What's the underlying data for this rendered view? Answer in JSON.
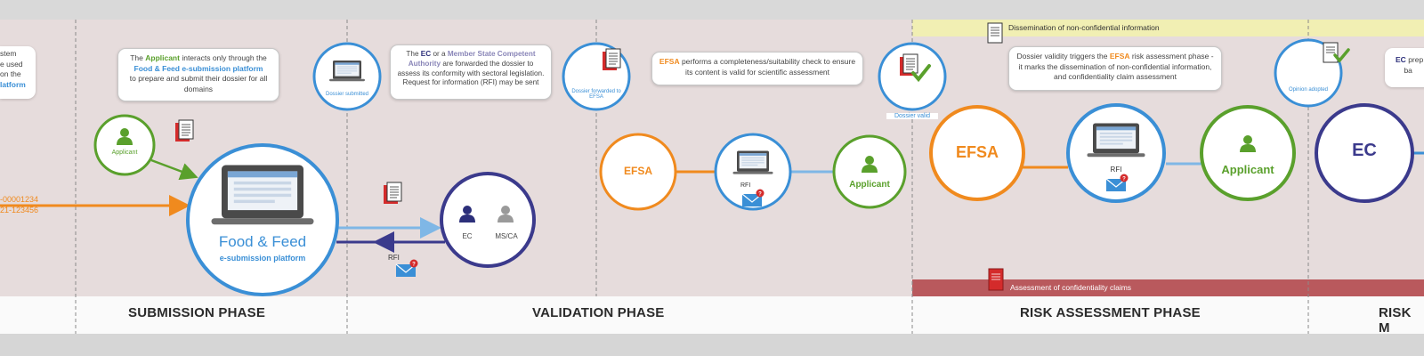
{
  "colors": {
    "orange": "#f08a1e",
    "blue": "#3a8fd6",
    "green": "#5aa02c",
    "navy": "#3b3a8c",
    "grey": "#8c8c8c",
    "red": "#e02828",
    "yellow_band": "#f1efb3",
    "red_band": "#b9595d"
  },
  "left_edge": {
    "lines": [
      "stem",
      "e used",
      "on the",
      "latform"
    ],
    "codes": [
      "-00001234",
      "21-123456"
    ]
  },
  "submission": {
    "callout": {
      "pre": "The ",
      "applicant": "Applicant",
      "mid": " interacts only through the",
      "platform": "Food & Feed e-submission platform",
      "post": "to prepare and submit their dossier for all domains"
    },
    "applicant_label": "Applicant",
    "platform_title": "Food & Feed",
    "platform_subtitle": "e-submission platform"
  },
  "validation": {
    "callout": {
      "pre": "The ",
      "ec": "EC",
      "or": " or a ",
      "msca": "Member State Competent Authority",
      "post": " are forwarded the dossier to assess its conformity with sectoral legislation. Request for information (RFI) may be sent"
    },
    "dossier_submitted": "Dossier submitted",
    "dossier_forwarded": "Dossier forwarded to EFSA",
    "ec_label": "EC",
    "msca_label": "MS/CA",
    "rfi_label": "RFI"
  },
  "efsa_check": {
    "callout": {
      "efsa": "EFSA",
      "post": " performs a completeness/suitability check to ensure its content is valid for scientific assessment"
    },
    "efsa_label": "EFSA",
    "applicant_label": "Applicant",
    "rfi_label": "RFI",
    "dossier_valid": "Dossier valid"
  },
  "risk_assessment": {
    "dissemination_band": "Dissemination of non-confidential information",
    "confidentiality_band": "Assessment of confidentiality claims",
    "callout": {
      "pre": "Dossier validity triggers the ",
      "efsa": "EFSA",
      "post": " risk assessment phase - it marks the dissemination of non-confidential information, and confidentiality claim assessment"
    },
    "efsa_label": "EFSA",
    "applicant_label": "Applicant",
    "rfi_label": "RFI",
    "opinion_adopted": "Opinion adopted"
  },
  "risk_management": {
    "callout_ec": "EC",
    "callout_rest": "prep",
    "callout_line2": "ba",
    "ec_label": "EC"
  },
  "phases": [
    "SUBMISSION PHASE",
    "VALIDATION PHASE",
    "RISK ASSESSMENT PHASE",
    "RISK M"
  ]
}
